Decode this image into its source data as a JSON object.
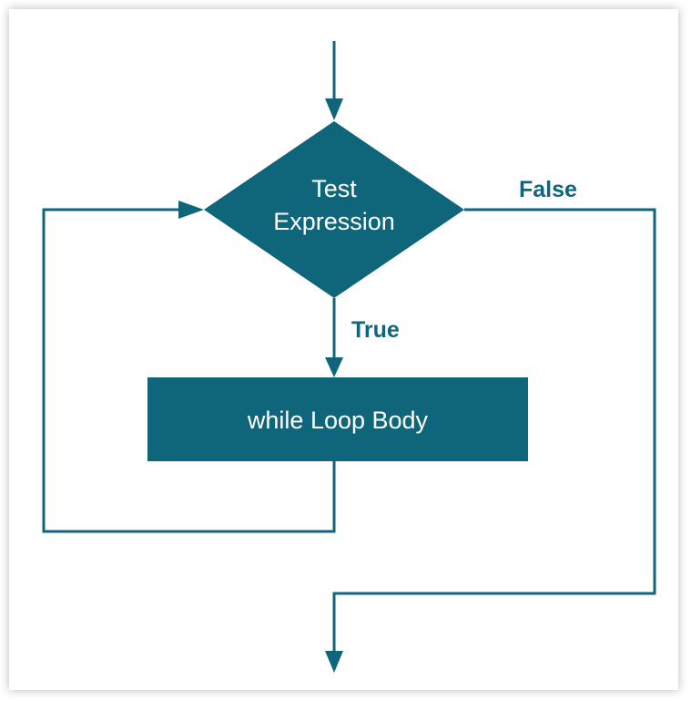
{
  "diagram": {
    "decision": {
      "line1": "Test",
      "line2": "Expression"
    },
    "process": {
      "label": "while Loop Body"
    },
    "branches": {
      "true_label": "True",
      "false_label": "False"
    }
  },
  "colors": {
    "primary": "#0F667A",
    "background": "#FFFFFF"
  }
}
